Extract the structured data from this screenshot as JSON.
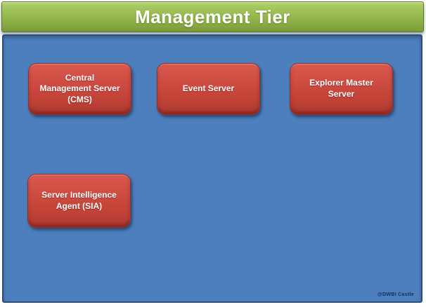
{
  "title_bar": {
    "label": "Management Tier"
  },
  "panel": {
    "nodes": [
      {
        "id": "cms",
        "label": "Central\nManagement Server\n(CMS)"
      },
      {
        "id": "event-server",
        "label": "Event Server"
      },
      {
        "id": "explorer-master-server",
        "label": "Explorer Master\nServer"
      },
      {
        "id": "sia",
        "label": "Server Intelligence\nAgent (SIA)"
      }
    ],
    "watermark": "@DWBI Castle"
  },
  "colors": {
    "header_green_top": "#a8ca62",
    "header_green_bottom": "#7a9a38",
    "header_border": "#5e7627",
    "panel_blue": "#4d7ebd",
    "panel_border": "#2d4d7b",
    "node_red_top": "#d8594e",
    "node_red_bottom": "#ab3a31",
    "node_border": "#8e332c",
    "text": "#ffffff",
    "watermark_text": "#142e57"
  }
}
